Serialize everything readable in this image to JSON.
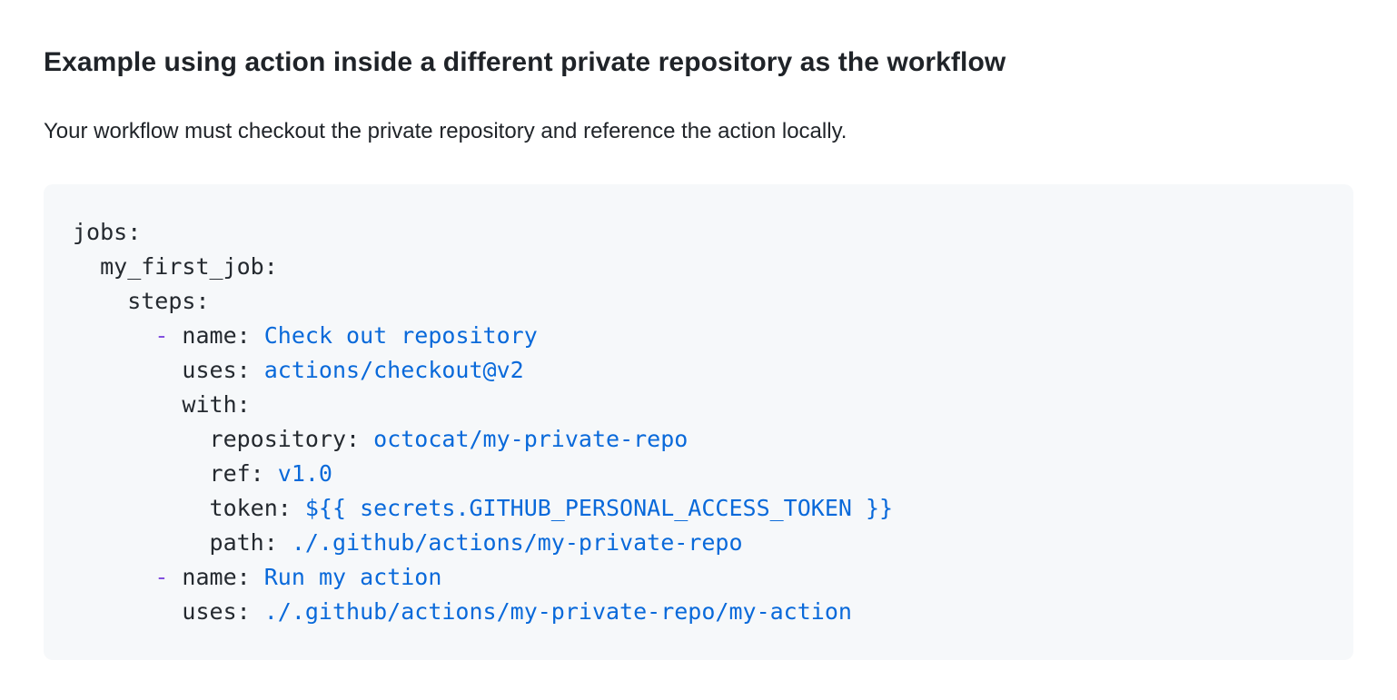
{
  "page": {
    "heading": "Example using action inside a different private repository as the workflow",
    "paragraph": "Your workflow must checkout the private repository and reference the action locally."
  },
  "colors": {
    "page_background": "#ffffff",
    "heading_text": "#1f2328",
    "body_text": "#1f2328",
    "code_background": "#f6f8fa",
    "code_plain": "#24292f",
    "code_value": "#0969da",
    "code_dash": "#8250df"
  },
  "code_block": {
    "language": "yaml",
    "lines": [
      {
        "segments": [
          {
            "type": "plain",
            "text": "jobs:"
          }
        ]
      },
      {
        "segments": [
          {
            "type": "plain",
            "text": "  my_first_job:"
          }
        ]
      },
      {
        "segments": [
          {
            "type": "plain",
            "text": "    steps:"
          }
        ]
      },
      {
        "segments": [
          {
            "type": "plain",
            "text": "      "
          },
          {
            "type": "dash",
            "text": "-"
          },
          {
            "type": "plain",
            "text": " name: "
          },
          {
            "type": "value",
            "text": "Check out repository"
          }
        ]
      },
      {
        "segments": [
          {
            "type": "plain",
            "text": "        uses: "
          },
          {
            "type": "value",
            "text": "actions/checkout@v2"
          }
        ]
      },
      {
        "segments": [
          {
            "type": "plain",
            "text": "        with:"
          }
        ]
      },
      {
        "segments": [
          {
            "type": "plain",
            "text": "          repository: "
          },
          {
            "type": "value",
            "text": "octocat/my-private-repo"
          }
        ]
      },
      {
        "segments": [
          {
            "type": "plain",
            "text": "          ref: "
          },
          {
            "type": "value",
            "text": "v1.0"
          }
        ]
      },
      {
        "segments": [
          {
            "type": "plain",
            "text": "          token: "
          },
          {
            "type": "value",
            "text": "${{ secrets.GITHUB_PERSONAL_ACCESS_TOKEN }}"
          }
        ]
      },
      {
        "segments": [
          {
            "type": "plain",
            "text": "          path: "
          },
          {
            "type": "value",
            "text": "./.github/actions/my-private-repo"
          }
        ]
      },
      {
        "segments": [
          {
            "type": "plain",
            "text": "      "
          },
          {
            "type": "dash",
            "text": "-"
          },
          {
            "type": "plain",
            "text": " name: "
          },
          {
            "type": "value",
            "text": "Run my action"
          }
        ]
      },
      {
        "segments": [
          {
            "type": "plain",
            "text": "        uses: "
          },
          {
            "type": "value",
            "text": "./.github/actions/my-private-repo/my-action"
          }
        ]
      }
    ]
  }
}
